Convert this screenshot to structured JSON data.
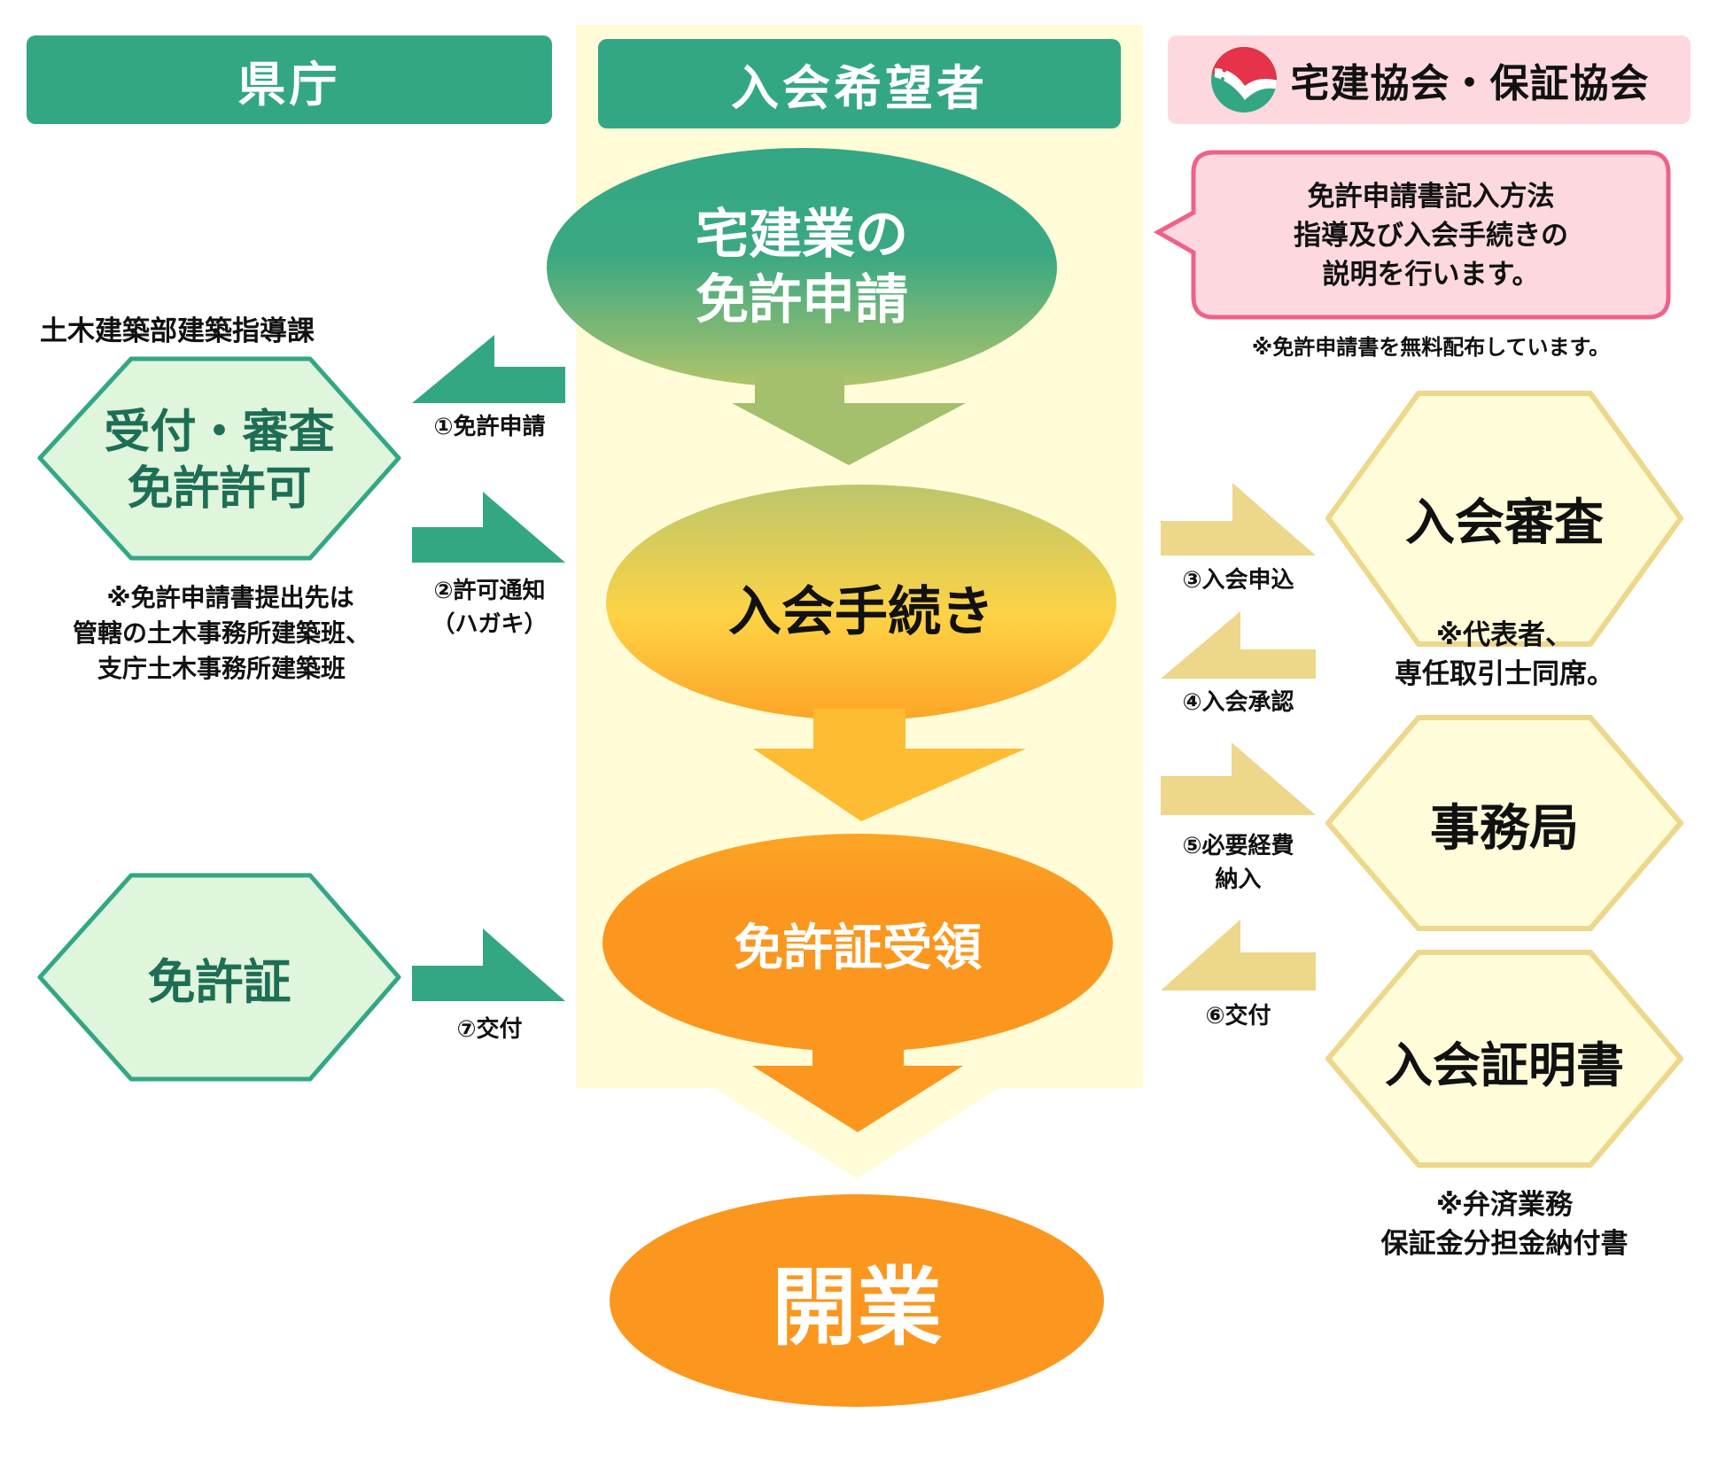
{
  "headers": {
    "prefecture": "県庁",
    "applicant": "入会希望者",
    "association": "宅建協会・保証協会"
  },
  "colors": {
    "green": "#33a784",
    "dark_green_text": "#1e6e55",
    "pale_green_fill": "#dff5dc",
    "yellow_panel": "#fffcd7",
    "gold": "#ecd78a",
    "gold_fill": "#fefcd9",
    "orange": "#fb971f",
    "pink_fill": "#fdd9df",
    "pink_border": "#ef6188"
  },
  "left": {
    "department": "土木建築部建築指導課",
    "hex_review": [
      "受付・審査",
      "免許許可"
    ],
    "note": [
      "※免許申請書提出先は",
      "管轄の土木事務所建築班、",
      "支庁土木事務所建築班"
    ],
    "hex_license": "免許証"
  },
  "flow": {
    "step1": [
      "宅建業の",
      "免許申請"
    ],
    "step2": "入会手続き",
    "step3": "免許証受領",
    "step4": "開業"
  },
  "bubble": {
    "lines": [
      "免許申請書記入方法",
      "指導及び入会手続きの",
      "説明を行います。"
    ],
    "note": "※免許申請書を無料配布しています。"
  },
  "arrows": {
    "a1": "①免許申請",
    "a2": [
      "②許可通知",
      "（ハガキ）"
    ],
    "a3": "③入会申込",
    "a4": "④入会承認",
    "a5": [
      "⑤必要経費",
      "納入"
    ],
    "a6": "⑥交付",
    "a7": "⑦交付"
  },
  "right": {
    "hex_membership_review": "入会審査",
    "review_note": [
      "※代表者、",
      "専任取引士同席。"
    ],
    "hex_office": "事務局",
    "hex_certificate": "入会証明書",
    "certificate_note": [
      "※弁済業務",
      "保証金分担金納付書"
    ]
  },
  "logo": {
    "icon": "dove-logo-icon"
  }
}
